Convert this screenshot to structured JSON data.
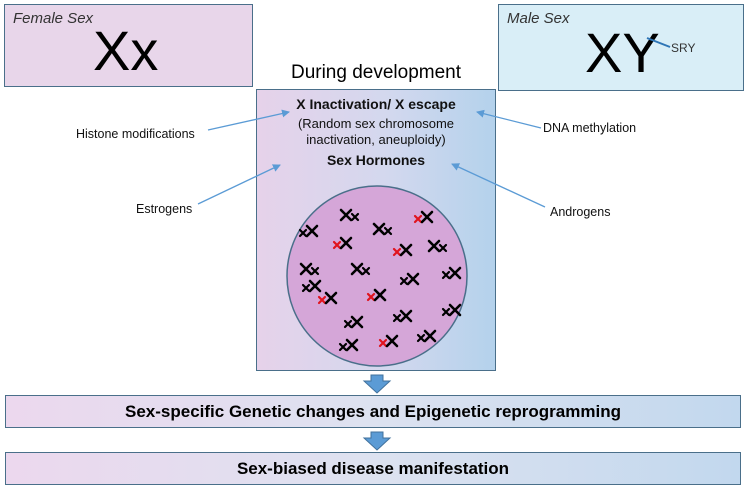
{
  "female": {
    "label": "Female Sex",
    "chromosomes": "Xx"
  },
  "male": {
    "label": "Male Sex",
    "chromosomes": "XY",
    "gene": "SRY"
  },
  "central": {
    "heading": "During development",
    "x_inactivation": "X Inactivation/ X escape",
    "x_detail_line1": "(Random sex chromosome",
    "x_detail_line2": "inactivation, aneuploidy)",
    "hormones": "Sex Hormones"
  },
  "factors": {
    "histone": "Histone modifications",
    "dna": "DNA methylation",
    "estrogens": "Estrogens",
    "androgens": "Androgens"
  },
  "outcomes": {
    "step1": "Sex-specific Genetic changes and Epigenetic reprogramming",
    "step2": "Sex-biased disease manifestation"
  },
  "cell_pairs": [
    {
      "small_first": true,
      "red_small": false
    },
    {
      "small_first": false,
      "red_small": false
    },
    {
      "small_first": false,
      "red_small": false
    },
    {
      "small_first": true,
      "red_small": true
    },
    {
      "small_first": true,
      "red_small": true
    },
    {
      "small_first": true,
      "red_small": true
    },
    {
      "small_first": false,
      "red_small": false
    },
    {
      "small_first": false,
      "red_small": false
    },
    {
      "small_first": false,
      "red_small": false
    },
    {
      "small_first": true,
      "red_small": false
    },
    {
      "small_first": true,
      "red_small": false
    },
    {
      "small_first": true,
      "red_small": true
    },
    {
      "small_first": true,
      "red_small": true
    },
    {
      "small_first": true,
      "red_small": false
    },
    {
      "small_first": true,
      "red_small": false
    },
    {
      "small_first": true,
      "red_small": false
    },
    {
      "small_first": true,
      "red_small": false
    },
    {
      "small_first": true,
      "red_small": true
    },
    {
      "small_first": true,
      "red_small": false
    },
    {
      "small_first": true,
      "red_small": false
    }
  ],
  "colors": {
    "border": "#4a6f8a",
    "arrow": "#5b9bd5",
    "cell_fill": "#d5a6d8",
    "chromosome": "#000000",
    "inactive_chromosome": "#e0141e"
  }
}
